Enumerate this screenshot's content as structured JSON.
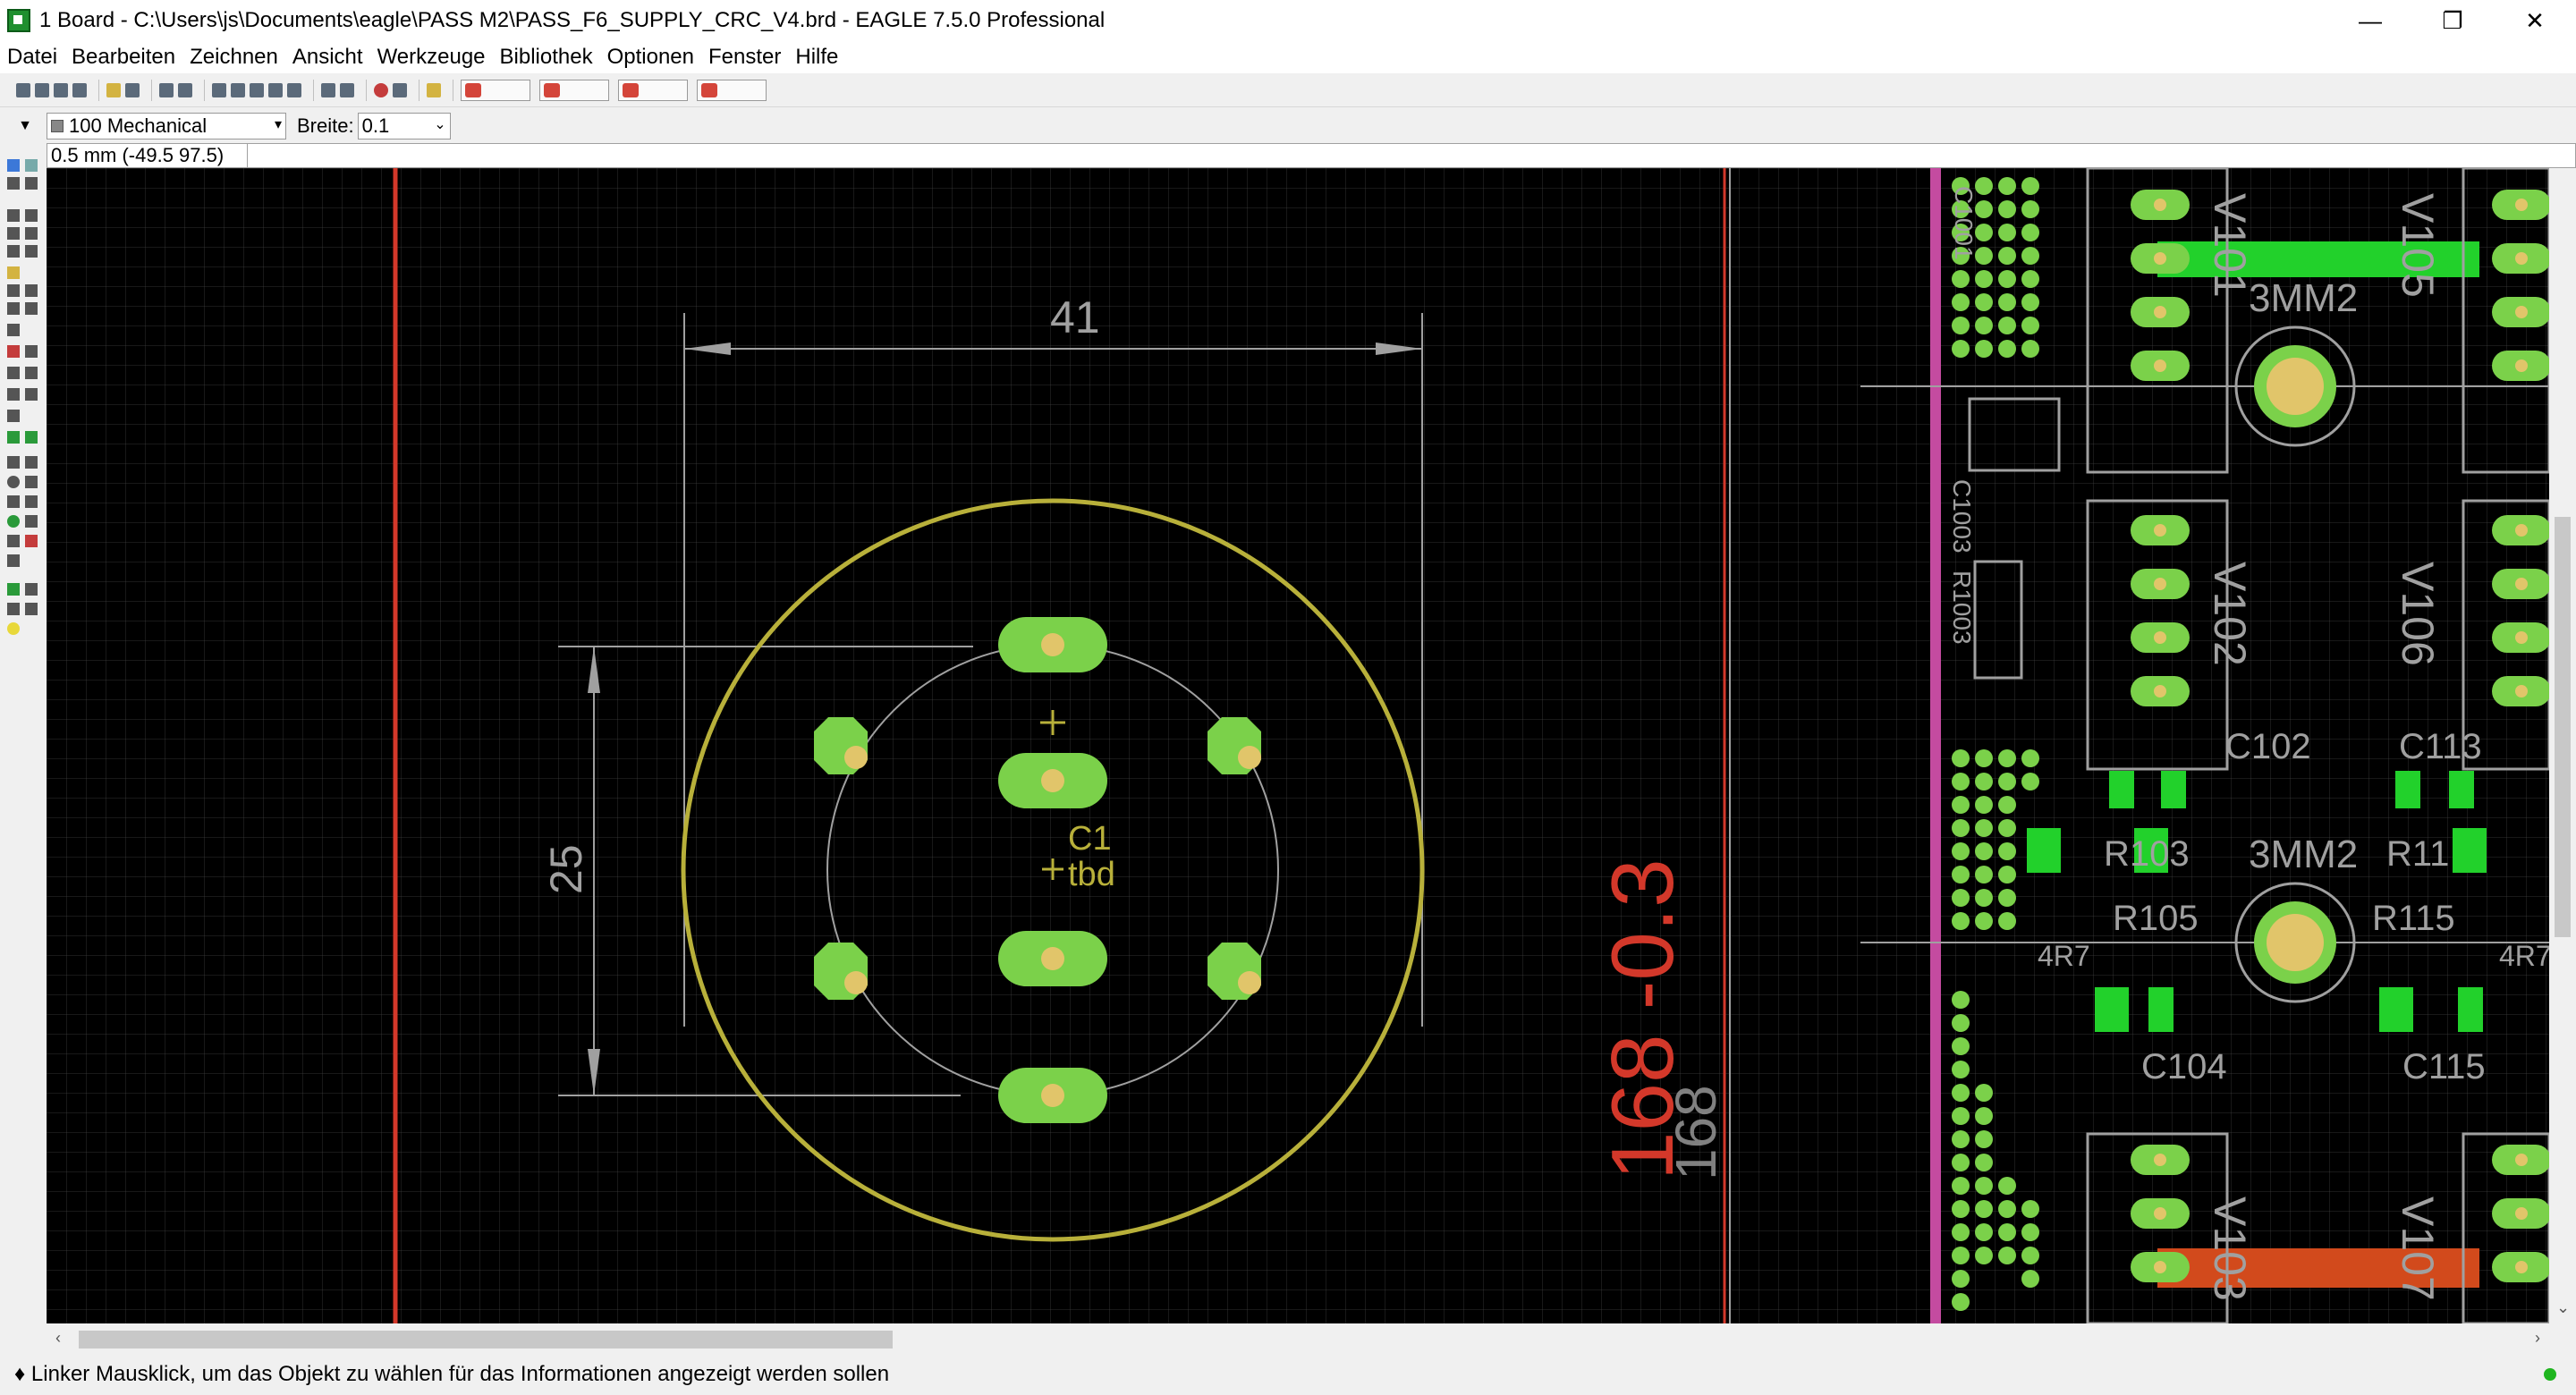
{
  "window": {
    "title": "1 Board - C:\\Users\\js\\Documents\\eagle\\PASS M2\\PASS_F6_SUPPLY_CRC_V4.brd - EAGLE 7.5.0 Professional",
    "minimize": "—",
    "restore": "❐",
    "close": "✕"
  },
  "menu": [
    "Datei",
    "Bearbeiten",
    "Zeichnen",
    "Ansicht",
    "Werkzeuge",
    "Bibliothek",
    "Optionen",
    "Fenster",
    "Hilfe"
  ],
  "layer_bar": {
    "layer": "100 Mechanical",
    "width_label": "Breite:",
    "width_value": "0.1"
  },
  "coord_readout": "0.5 mm (-49.5 97.5)",
  "command_input": "",
  "canvas": {
    "dim_width": "41",
    "dim_height": "25",
    "part_name": "C1",
    "part_value": "tbd",
    "board_dim_red": "168 -0.3",
    "board_dim_gray": "168",
    "pcb_labels": {
      "v101": "V101",
      "v105": "V105",
      "v102": "V102",
      "v106": "V106",
      "v103": "V103",
      "v107": "V107",
      "mount1": "3MM2",
      "mount2": "3MM2",
      "c1001": "C1001",
      "c1003": "C1003",
      "r1003": "R1003",
      "c102": "C102",
      "c113": "C113",
      "r103": "R103",
      "r11": "R11",
      "r105": "R105",
      "r115": "R115",
      "r7a": "4R7",
      "r7b": "4R7",
      "c104": "C104",
      "c115": "C115"
    },
    "colors": {
      "background": "#000000",
      "pad": "#7bd14a",
      "drill": "#e1c56a",
      "circle_outline": "#b8b03a",
      "dimension": "#a0a0a0",
      "board_edge": "#d3382a",
      "highlight": "#22d12b"
    }
  },
  "status": {
    "message": "♦ Linker Mausklick, um das Objekt zu wählen für das Informationen angezeigt werden sollen"
  }
}
